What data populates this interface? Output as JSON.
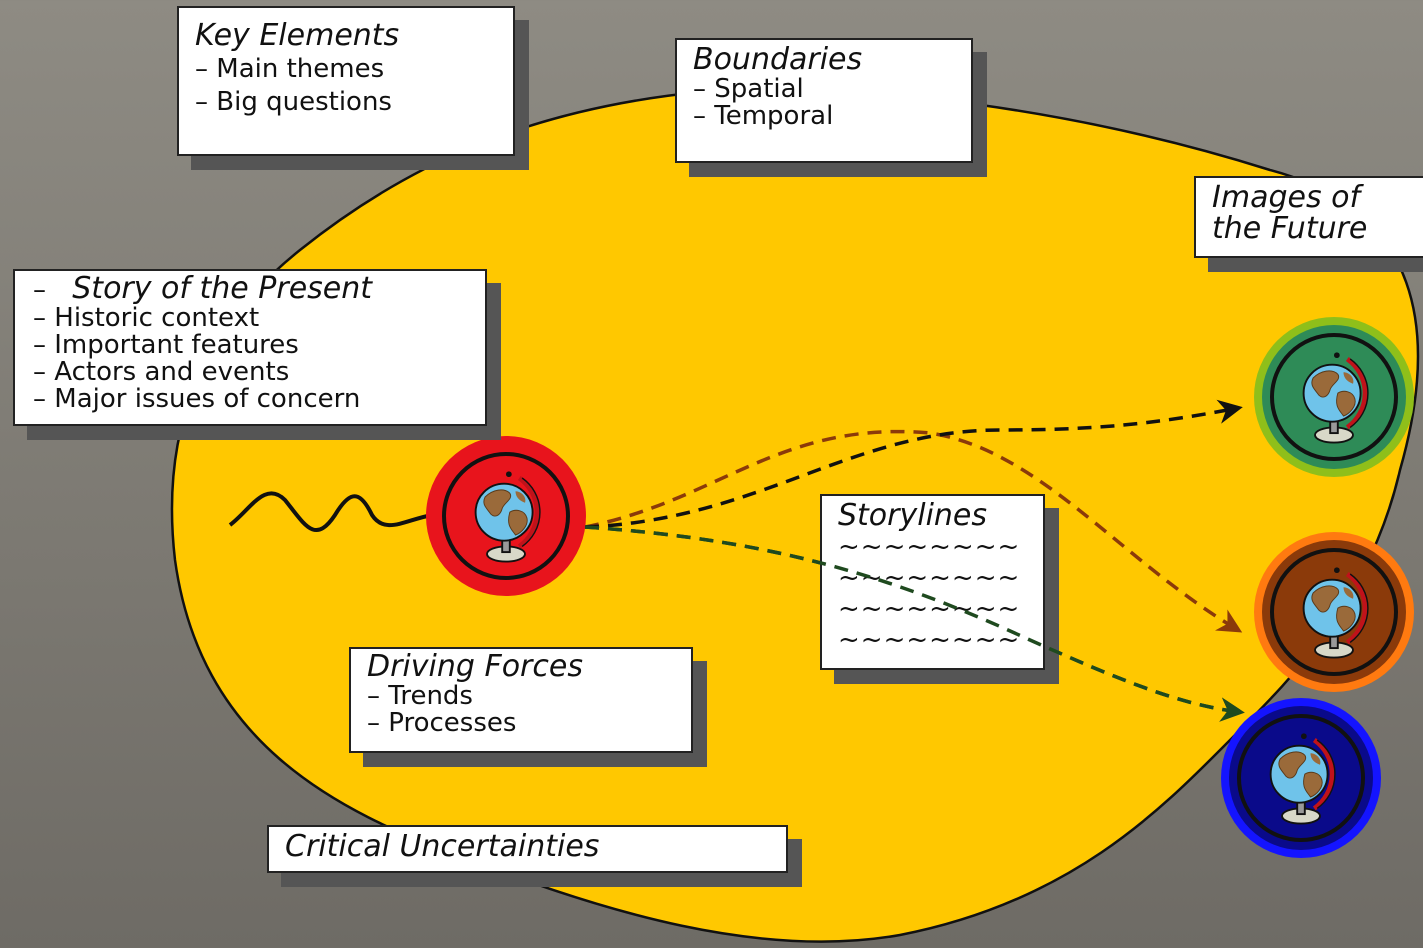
{
  "key_elements": {
    "title": "Key Elements",
    "items": [
      "– Main themes",
      "– Big questions"
    ]
  },
  "boundaries": {
    "title": "Boundaries",
    "items": [
      "– Spatial",
      "– Temporal"
    ]
  },
  "images_of_future": {
    "title_line1": "Images of",
    "title_line2": "the Future"
  },
  "story_of_present": {
    "title_dash": "–",
    "title": "Story of the Present",
    "items": [
      "– Historic context",
      "– Important features",
      "– Actors and events",
      "– Major issues of concern"
    ]
  },
  "storylines": {
    "title": "Storylines",
    "lines": [
      "~~~~~~~~",
      "~~~~~~~~",
      "~~~~~~~~",
      "~~~~~~~~"
    ]
  },
  "driving_forces": {
    "title": "Driving Forces",
    "items": [
      "– Trends",
      "– Processes"
    ]
  },
  "critical_uncertainties": {
    "title": "Critical Uncertainties"
  },
  "colors": {
    "blob": "#ffc800",
    "present_globe_ring": "#e8141c",
    "future_green_ring": "#2e8b57",
    "future_brown_ring": "#8b3a0a",
    "future_blue_ring": "#0a0a8a",
    "arrow_brown": "#8b3a0a",
    "arrow_black": "#111111",
    "arrow_green": "#1f4a1f"
  },
  "icons": {
    "present": "globe-icon",
    "future": [
      "globe-icon",
      "globe-icon",
      "globe-icon"
    ]
  }
}
